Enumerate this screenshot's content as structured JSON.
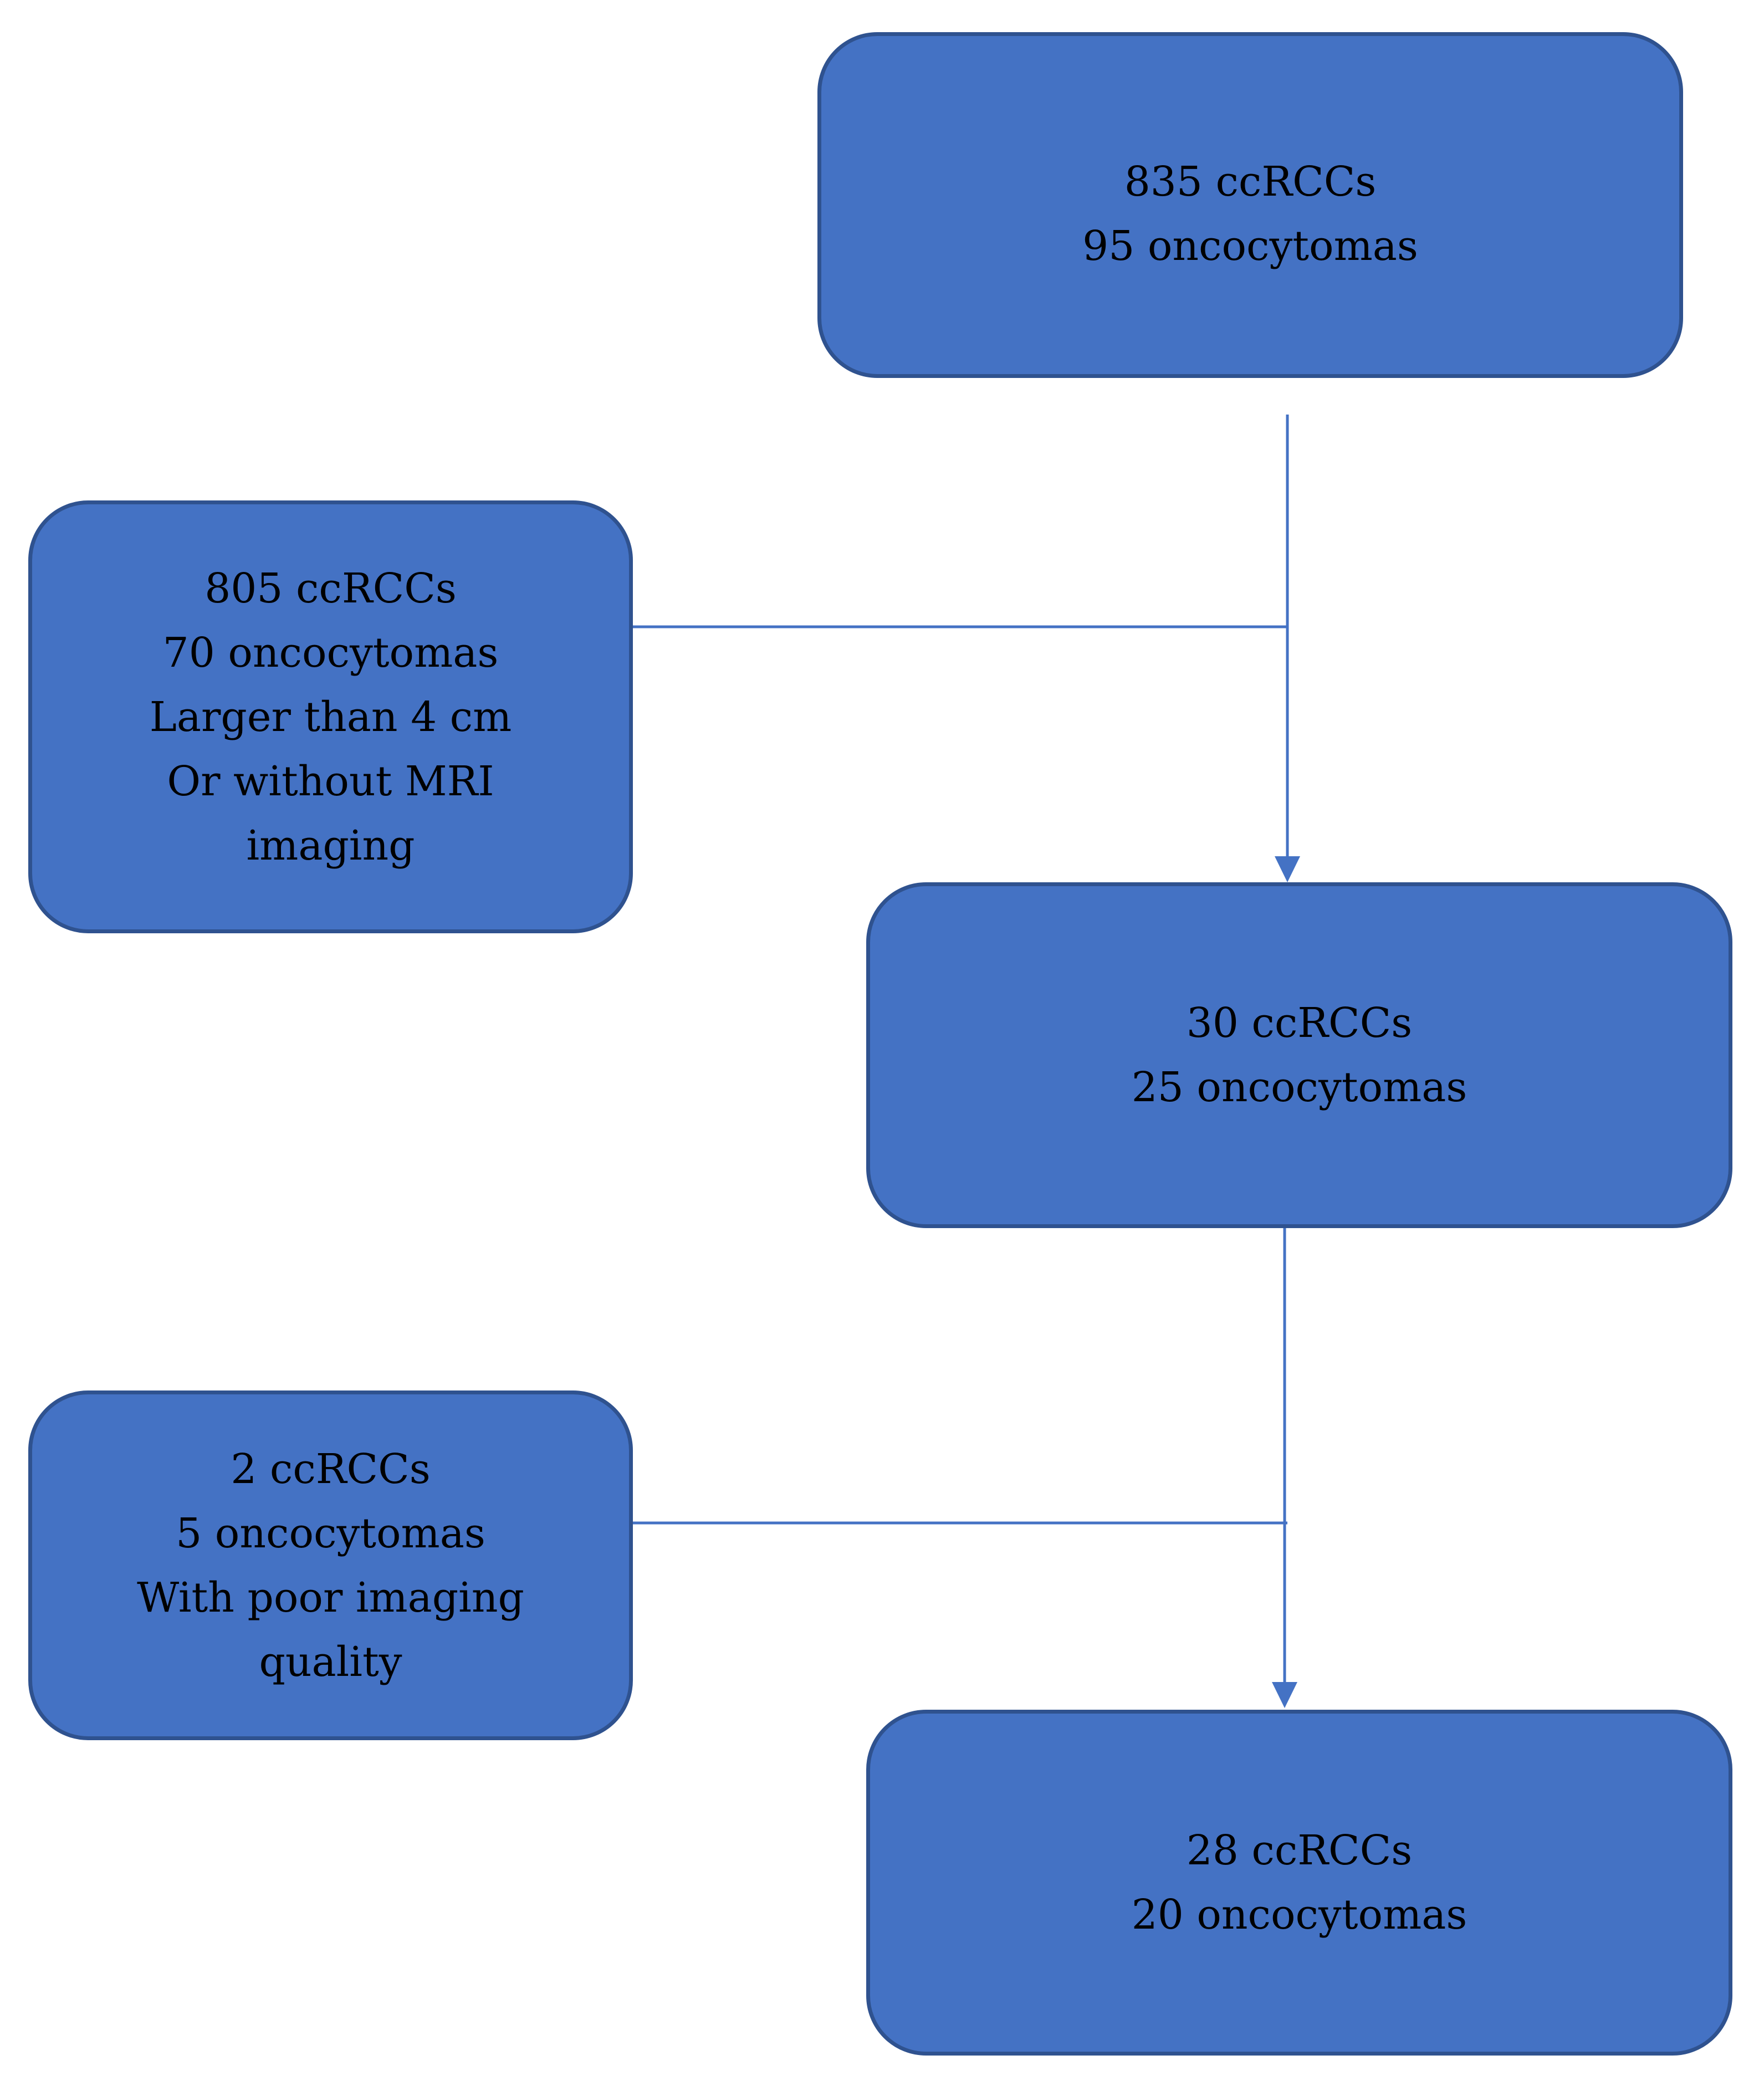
{
  "flowchart": {
    "top_box": {
      "lines": [
        "835 ccRCCs",
        "95 oncocytomas"
      ]
    },
    "exclusion_box_1": {
      "lines": [
        "805 ccRCCs",
        "70 oncocytomas",
        "Larger than 4 cm",
        "Or without MRI",
        "imaging"
      ]
    },
    "middle_box": {
      "lines": [
        "30 ccRCCs",
        "25 oncocytomas"
      ]
    },
    "exclusion_box_2": {
      "lines": [
        "2 ccRCCs",
        "5 oncocytomas",
        "With poor imaging",
        "quality"
      ]
    },
    "final_box": {
      "lines": [
        "28 ccRCCs",
        "20 oncocytomas"
      ]
    }
  },
  "colors": {
    "box_fill": "#4472c4",
    "box_border": "#2f528f",
    "connector": "#4472c4",
    "text": "#000000"
  }
}
